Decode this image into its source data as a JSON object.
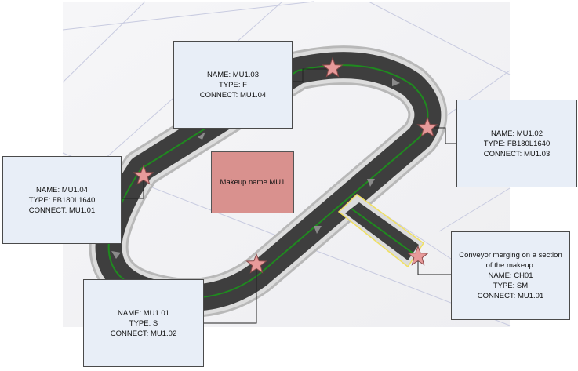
{
  "makeup": {
    "label": "Makeup name MU1"
  },
  "callouts": [
    {
      "id": "mu103",
      "lines": [
        "NAME: MU1.03",
        "TYPE: F",
        "CONNECT: MU1.04"
      ]
    },
    {
      "id": "mu102",
      "lines": [
        "NAME: MU1.02",
        "TYPE: FB180L1640",
        "CONNECT: MU1.03"
      ]
    },
    {
      "id": "mu104",
      "lines": [
        "NAME: MU1.04",
        "TYPE: FB180L1640",
        "CONNECT: MU1.01"
      ]
    },
    {
      "id": "mu101",
      "lines": [
        "NAME: MU1.01",
        "TYPE: S",
        "CONNECT: MU1.02"
      ]
    },
    {
      "id": "ch01",
      "lines": [
        "Conveyor merging on a section",
        "of the makeup:",
        "NAME: CH01",
        "TYPE: SM",
        "CONNECT: MU1.01"
      ]
    }
  ],
  "colors": {
    "belt": "#3e3e3e",
    "rail": "#c9c9c9",
    "track_line": "#1f8a1f",
    "marker": "#e79a9a",
    "callout_bg": "#e8eef7",
    "makeup_bg": "#d9918e",
    "merge_outline": "#f0e060"
  }
}
